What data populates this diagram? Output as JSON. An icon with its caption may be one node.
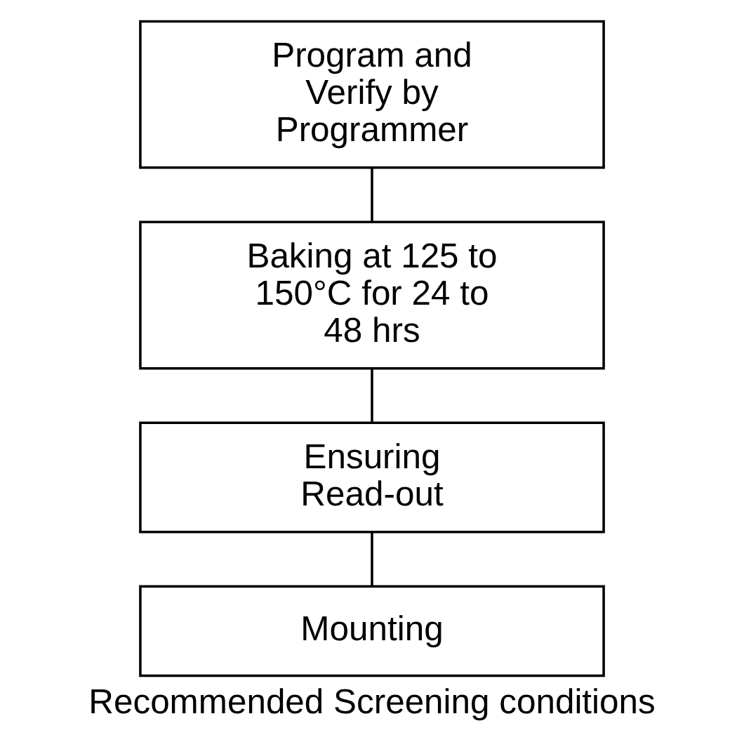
{
  "diagram": {
    "caption": "Recommended Screening conditions",
    "nodes": [
      {
        "text": [
          "Program and Verify by Programmer"
        ]
      },
      {
        "text": [
          "Baking at 125 to 150°C for 24 to 48 hrs"
        ]
      },
      {
        "text": [
          "Ensuring Read-out"
        ]
      },
      {
        "text": [
          "Mounting"
        ]
      }
    ],
    "edges": [
      {
        "from": 0,
        "to": 1,
        "arrow": "none"
      },
      {
        "from": 1,
        "to": 2,
        "arrow": "none"
      },
      {
        "from": 2,
        "to": 3,
        "arrow": "none"
      }
    ]
  }
}
